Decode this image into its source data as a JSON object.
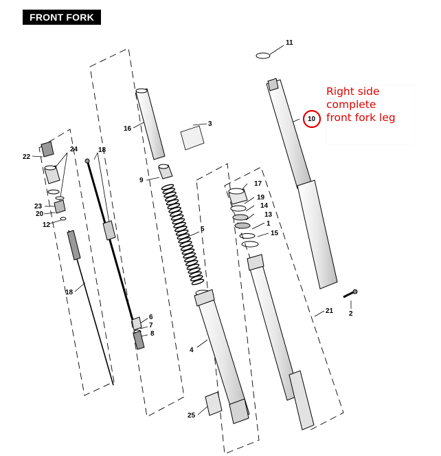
{
  "title": "FRONT FORK",
  "callout": {
    "lines": [
      "Right side",
      "complete",
      "front fork leg"
    ],
    "highlighted_part": "10",
    "color": "#e00000"
  },
  "part_numbers": {
    "p1": "1",
    "p2": "2",
    "p3": "3",
    "p4": "4",
    "p5": "5",
    "p6": "6",
    "p7": "7",
    "p8": "8",
    "p9": "9",
    "p10": "10",
    "p11": "11",
    "p12": "12",
    "p13": "13",
    "p14": "14",
    "p15": "15",
    "p16": "16",
    "p17": "17",
    "p18a": "18",
    "p18b": "18",
    "p19": "19",
    "p20": "20",
    "p21": "21",
    "p22": "22",
    "p23": "23",
    "p24": "24",
    "p25": "25"
  }
}
